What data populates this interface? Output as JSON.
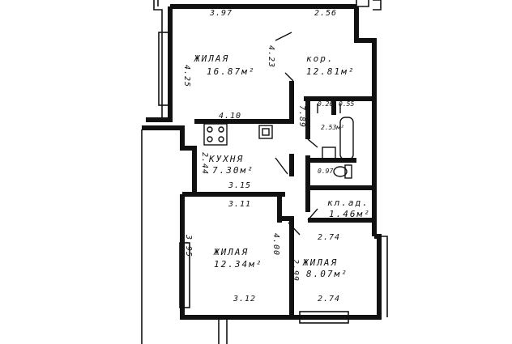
{
  "rooms": {
    "living_top": {
      "name": "ЖИЛАЯ",
      "area": "16.87м²"
    },
    "corridor": {
      "name": "кор.",
      "area": "12.81м²"
    },
    "kitchen": {
      "name": "КУХНЯ",
      "area": "7.30м²"
    },
    "bath": {
      "area": "2.53м²"
    },
    "wc1": {
      "area": "0.26"
    },
    "wc2": {
      "area": "0.55"
    },
    "wash": {
      "area": "0.97"
    },
    "storage": {
      "name": "кл.ад.",
      "area": "1.46м²"
    },
    "living_bottom_left": {
      "name": "ЖИЛАЯ",
      "area": "12.34м²"
    },
    "living_bottom_right": {
      "name": "ЖИЛАЯ",
      "area": "8.07м²"
    }
  },
  "dimensions": {
    "top_left_width": "3.97",
    "top_right_width": "2.56",
    "living_top_height": "4.25",
    "living_top_height_right": "4.23",
    "living_top_bottom": "4.10",
    "corridor_height": "7.89",
    "kitchen_height": "2.44",
    "kitchen_width": "3.15",
    "bottom_left_top": "3.11",
    "bottom_left_height": "3.95",
    "bottom_mid_height": "4.00",
    "bottom_right_top": "2.74",
    "bottom_right_height": "2.99",
    "bottom_left_width": "3.12",
    "bottom_right_width": "2.74"
  }
}
